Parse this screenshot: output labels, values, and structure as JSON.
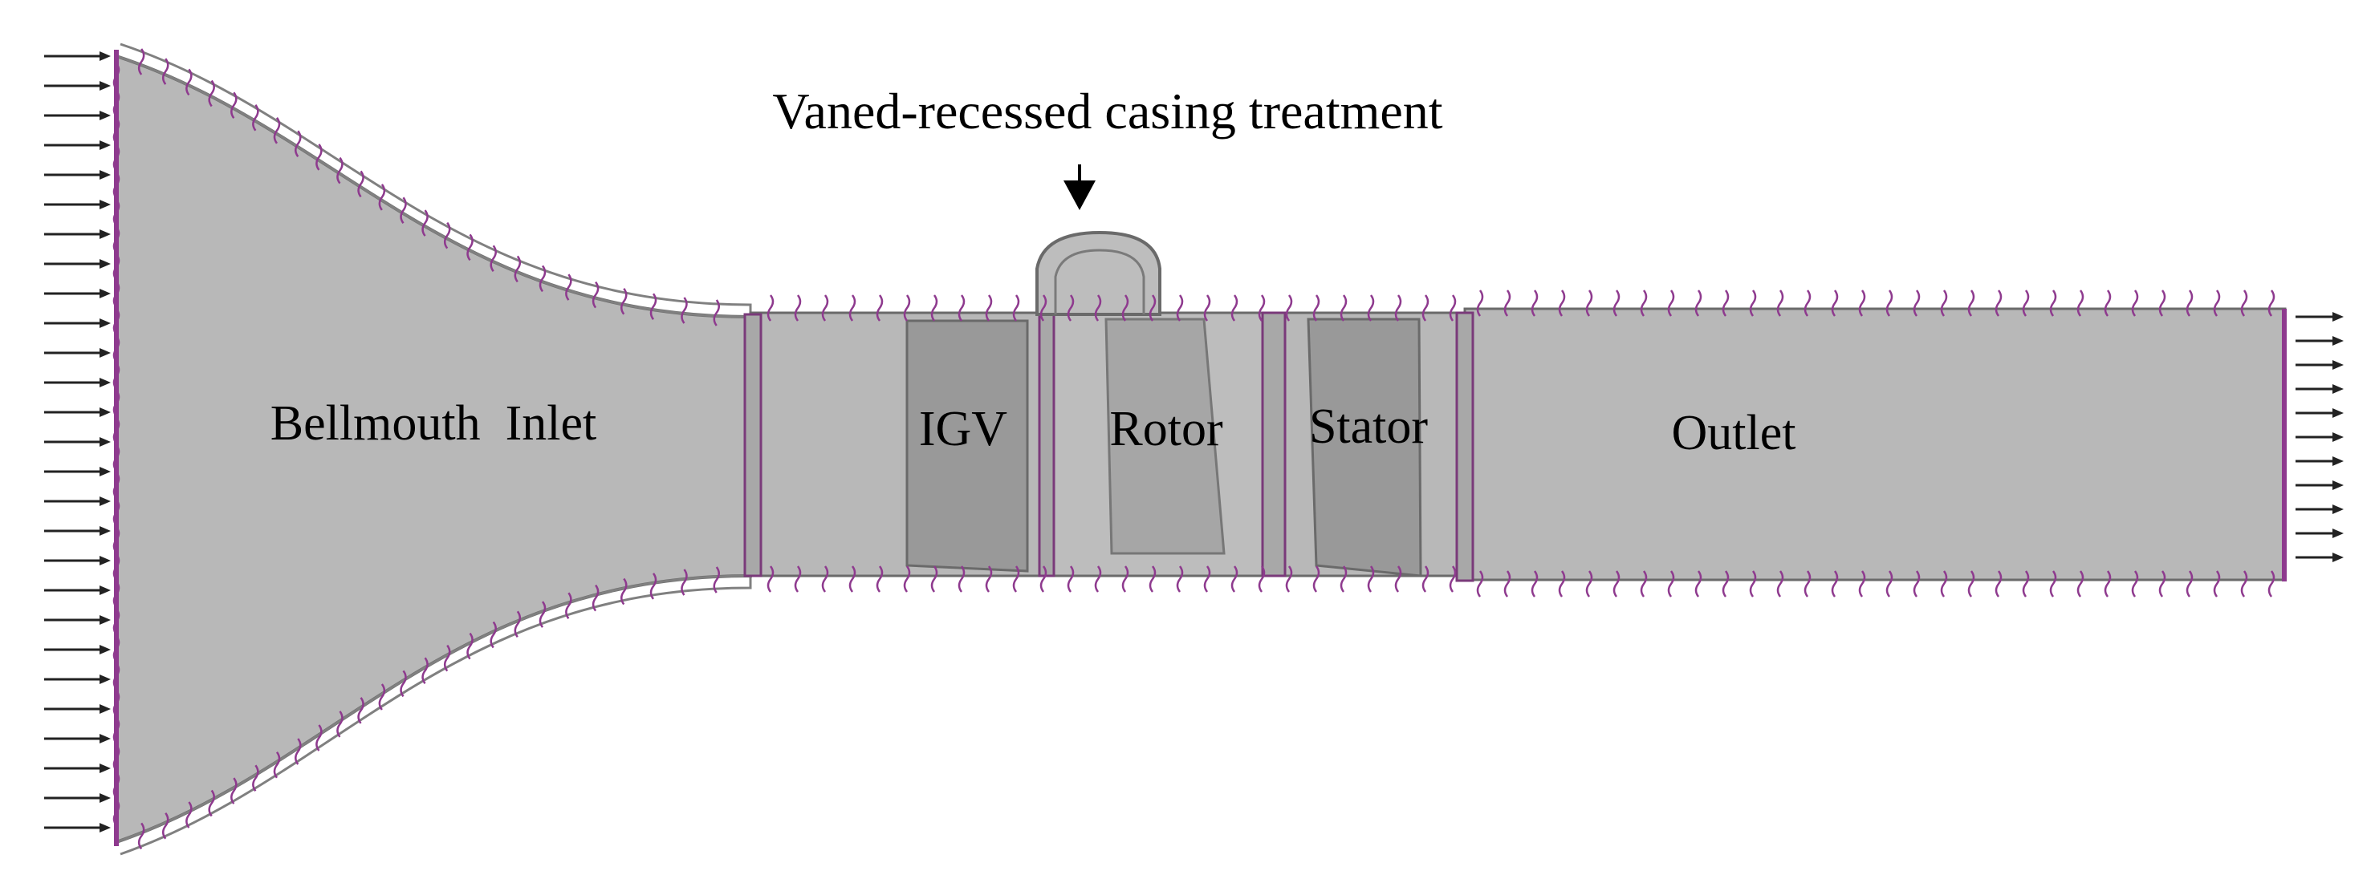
{
  "title": "Vaned-recessed casing treatment",
  "regions": [
    {
      "id": "bellmouth-inlet",
      "label": "Bellmouth  Inlet"
    },
    {
      "id": "igv",
      "label": "IGV"
    },
    {
      "id": "rotor",
      "label": "Rotor"
    },
    {
      "id": "stator",
      "label": "Stator"
    },
    {
      "id": "outlet",
      "label": "Outlet"
    }
  ],
  "colors": {
    "domain_fill": "#b8b8b8",
    "blade_fill": "#999999",
    "boundary_marker": "#8e3a8e",
    "arrow": "#222222",
    "edge": "#6a6a6a"
  }
}
